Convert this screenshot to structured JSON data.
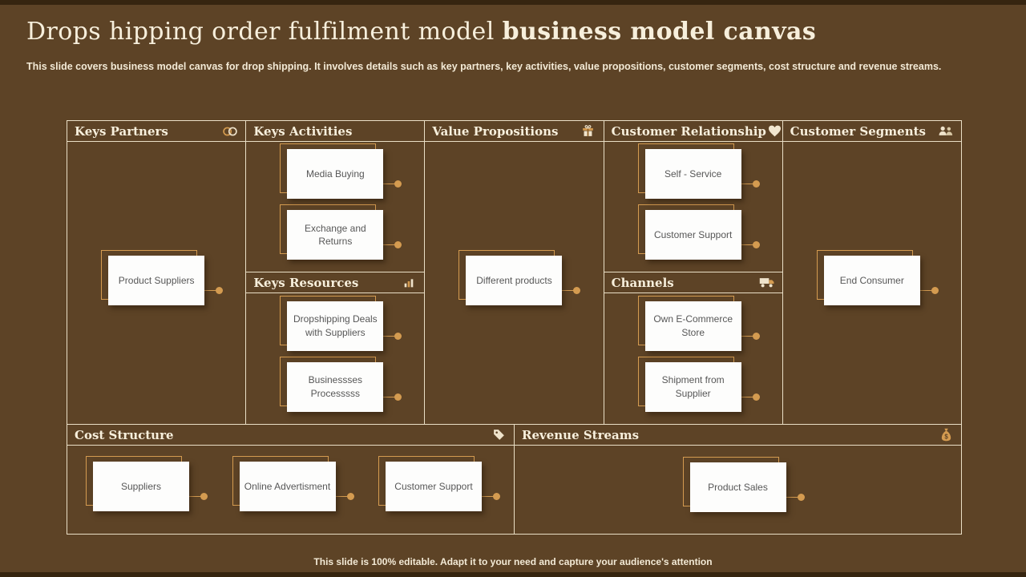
{
  "page": {
    "title_part1": "Drops hipping order fulfilment model ",
    "title_part2": "business model canvas",
    "subtitle": "This slide covers business model canvas for drop shipping. It involves details such as key partners, key activities, value propositions, customer segments, cost structure and revenue streams.",
    "footer_note": "This slide is 100% editable. Adapt it to your need and capture your audience's attention"
  },
  "colors": {
    "background": "#5d4326",
    "accent": "#d49b50",
    "border": "#eadfc6",
    "card_bg": "#fdfdfc",
    "card_text": "#575757",
    "heading_text": "#f7efdc"
  },
  "sections": {
    "keys_partners": {
      "title": "Keys Partners",
      "icon": "link-icon",
      "cards": [
        "Product Suppliers"
      ]
    },
    "keys_activities": {
      "title": "Keys Activities",
      "icon": "",
      "cards": [
        "Media Buying",
        "Exchange and Returns"
      ]
    },
    "keys_resources": {
      "title": "Keys Resources",
      "icon": "bar-chart-icon",
      "cards": [
        "Dropshipping Deals with Suppliers",
        "Businessses Processsss"
      ]
    },
    "value_propositions": {
      "title": "Value Propositions",
      "icon": "gift-icon",
      "cards": [
        "Different products"
      ]
    },
    "customer_relationship": {
      "title": "Customer Relationship",
      "icon": "heart-icon",
      "cards": [
        "Self - Service",
        "Customer Support"
      ]
    },
    "channels": {
      "title": "Channels",
      "icon": "truck-icon",
      "cards": [
        "Own E-Commerce Store",
        "Shipment from Supplier"
      ]
    },
    "customer_segments": {
      "title": "Customer Segments",
      "icon": "people-icon",
      "cards": [
        "End Consumer"
      ]
    },
    "cost_structure": {
      "title": "Cost Structure",
      "icon": "tag-icon",
      "cards": [
        "Suppliers",
        "Online Advertisment",
        "Customer Support"
      ]
    },
    "revenue_streams": {
      "title": "Revenue Streams",
      "icon": "money-bag-icon",
      "cards": [
        "Product Sales"
      ]
    }
  }
}
